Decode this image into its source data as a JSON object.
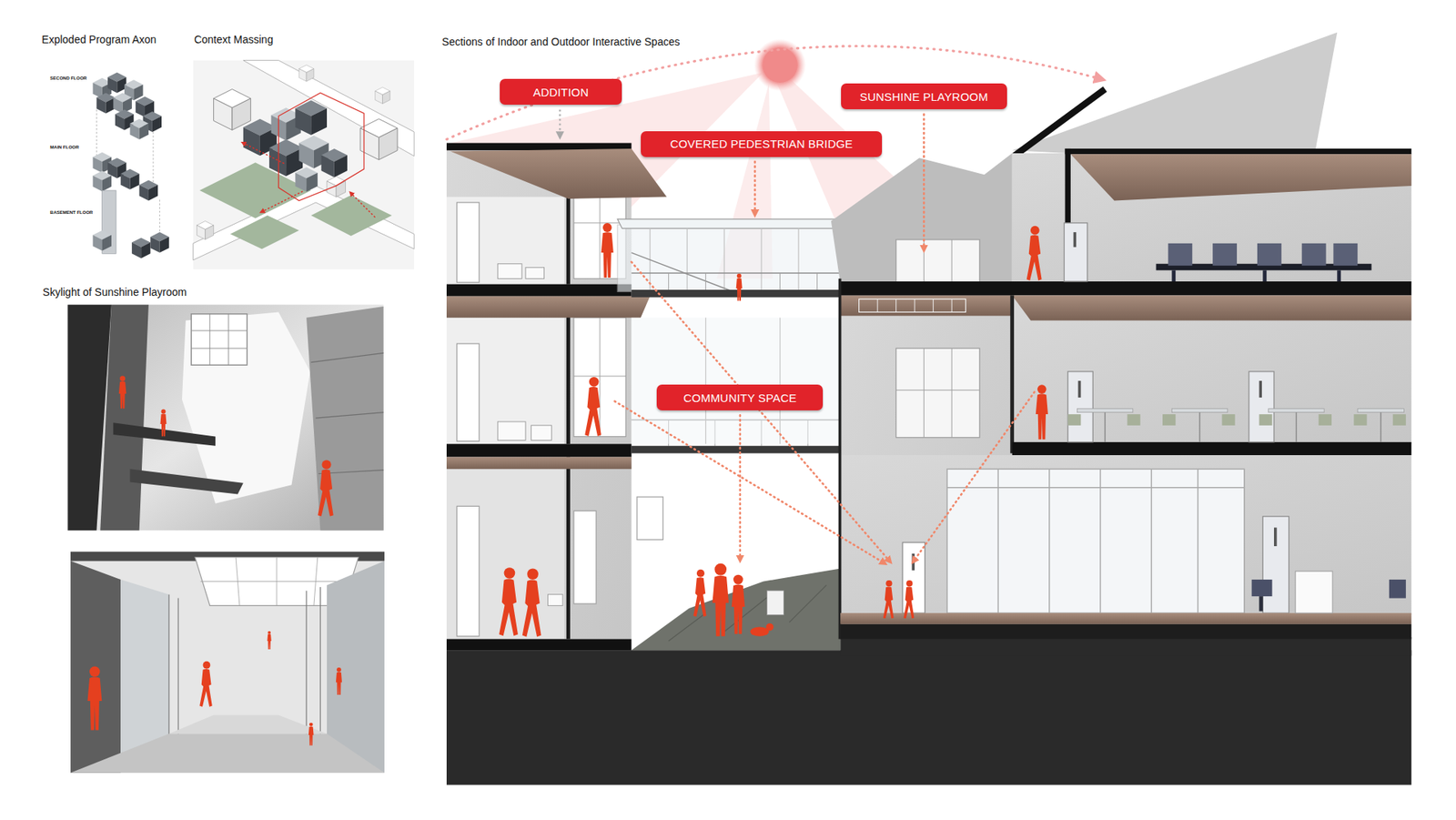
{
  "diagram": {
    "nodes": [
      {
        "text": [
          "ADDITION"
        ]
      },
      {
        "text": [
          "SUNSHINE PLAYROOM"
        ]
      },
      {
        "text": [
          "COVERED PEDESTRIAN BRIDGE"
        ]
      },
      {
        "text": [
          "COMMUNITY SPACE"
        ]
      }
    ],
    "labels": [
      "Exploded Program Axon",
      "Context Massing",
      "Sections of Indoor and Outdoor Interactive Spaces",
      "SECOND FLOOR",
      "MAIN FLOOR",
      "BASEMENT FLOOR",
      "Skylight of Sunshine Playroom"
    ]
  }
}
